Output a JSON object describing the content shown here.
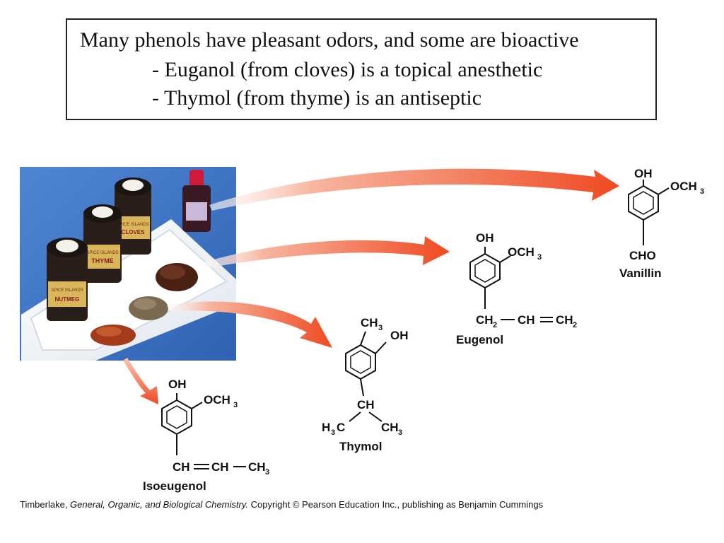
{
  "textbox": {
    "line1": "Many phenols have pleasant odors, and some are bioactive",
    "line2": "- Euganol (from cloves) is a topical anesthetic",
    "line3": "- Thymol (from thyme) is an antiseptic"
  },
  "photo": {
    "jar_labels": {
      "brand": "SPICE ISLANDS",
      "nutmeg": "NUTMEG",
      "thyme": "THYME",
      "cloves": "CLOVES"
    }
  },
  "molecules": {
    "vanillin": {
      "name": "Vanillin",
      "oh": "OH",
      "och": "OCH",
      "och_sub": "3",
      "cho": "CHO"
    },
    "eugenol": {
      "name": "Eugenol",
      "oh": "OH",
      "och": "OCH",
      "och_sub": "3",
      "ch2a": "CH",
      "ch2a_sub": "2",
      "ch": "CH",
      "ch2b": "CH",
      "ch2b_sub": "2"
    },
    "thymol": {
      "name": "Thymol",
      "ch3": "CH",
      "ch3_sub": "3",
      "oh": "OH",
      "ch": "CH",
      "h3c_h": "H",
      "h3c_sub": "3",
      "h3c_c": "C",
      "ch3b": "CH",
      "ch3b_sub": "3"
    },
    "isoeugenol": {
      "name": "Isoeugenol",
      "oh": "OH",
      "och": "OCH",
      "och_sub": "3",
      "ch1": "CH",
      "ch2": "CH",
      "ch3": "CH",
      "ch3_sub": "3"
    }
  },
  "caption": {
    "author": "Timberlake, ",
    "title": "General, Organic, and Biological Chemistry.",
    "rest": "  Copyright © Pearson Education Inc., publishing as Benjamin Cummings"
  },
  "colors": {
    "arrow": "#f0502a",
    "photo_background": "#3f76c4"
  }
}
